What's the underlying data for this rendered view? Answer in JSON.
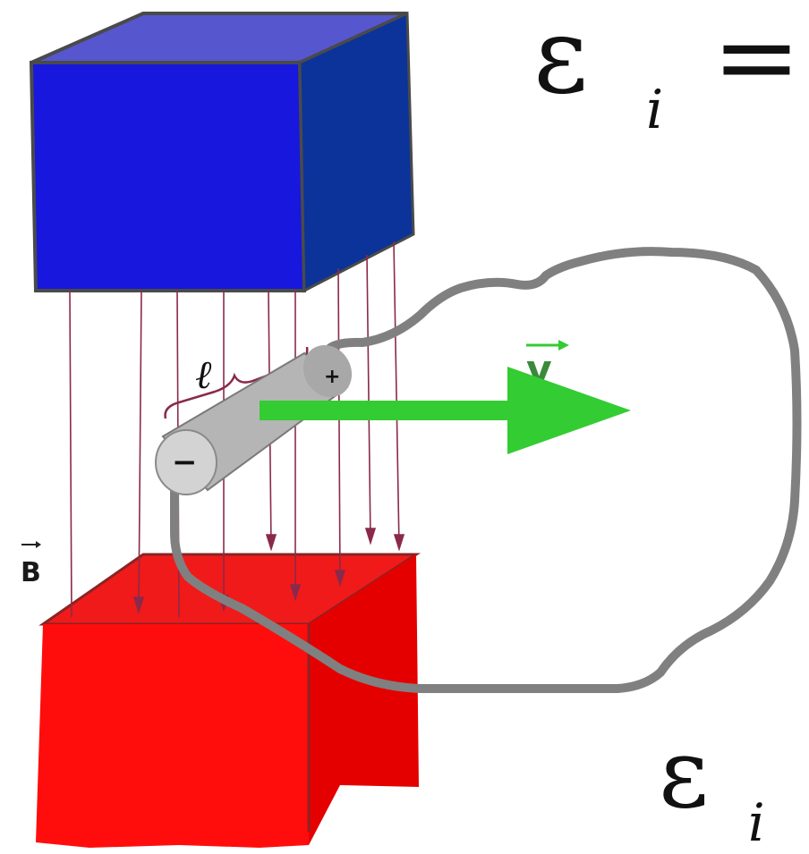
{
  "labels": {
    "B": "B",
    "length": "ℓ",
    "v": "v",
    "plus": "+",
    "minus": "−"
  },
  "formula_top": {
    "symbol": "ε",
    "subscript": "i",
    "operator": "="
  },
  "formula_bottom": {
    "symbol": "ε",
    "subscript": "i"
  },
  "colors": {
    "top_magnet": "#1b1bd6",
    "top_magnet_top": "#5555d0",
    "top_magnet_side": "#0a2f9a",
    "bottom_magnet": "#ff1010",
    "bottom_magnet_top": "#f01818",
    "bottom_magnet_side": "#e00000",
    "field_lines": "#8a2a4a",
    "wire": "#808080",
    "velocity_arrow": "#33cc33",
    "conductor": "#b9b9b9"
  }
}
